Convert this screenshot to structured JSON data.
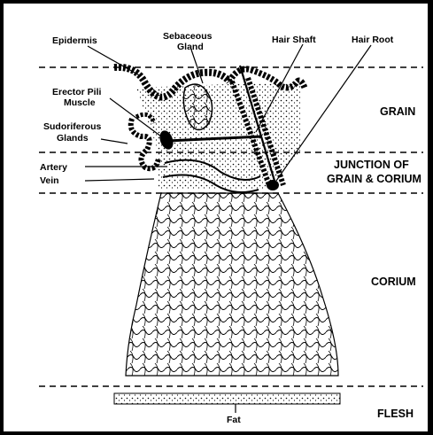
{
  "labels": {
    "epidermis": "Epidermis",
    "sebaceous_1": "Sebaceous",
    "sebaceous_2": "Gland",
    "hair_shaft": "Hair Shaft",
    "hair_root": "Hair Root",
    "erector_1": "Erector Pili",
    "erector_2": "Muscle",
    "sudoriferous_1": "Sudoriferous",
    "sudoriferous_2": "Glands",
    "artery": "Artery",
    "vein": "Vein",
    "fat": "Fat"
  },
  "zones": {
    "grain": "GRAIN",
    "junction_1": "JUNCTION OF",
    "junction_2": "GRAIN & CORIUM",
    "corium": "CORIUM",
    "flesh": "FLESH"
  },
  "colors": {
    "ink": "#000000",
    "paper": "#ffffff"
  }
}
